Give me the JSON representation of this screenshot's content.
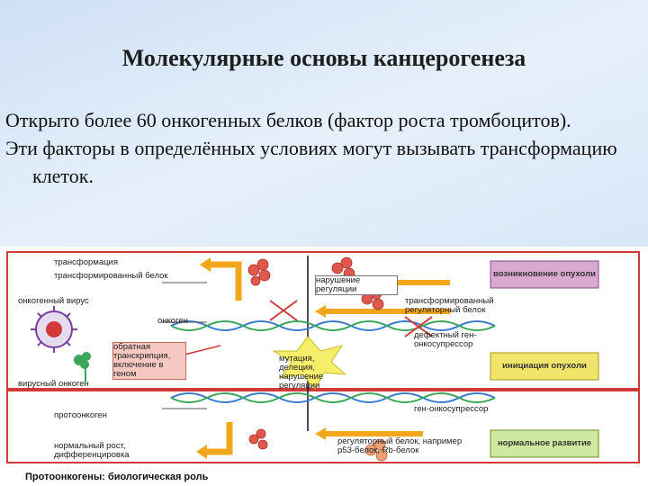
{
  "slide": {
    "title": "Молекулярные основы канцерогенеза",
    "paragraphs": [
      "Открыто  более 60 онкогенных белков (фактор роста тромбоцитов).",
      "Эти факторы в определённых условиях могут вызывать трансформацию клеток."
    ]
  },
  "diagram": {
    "labels": {
      "transformation": "трансформация",
      "transformed_protein": "трансформированный белок",
      "oncogenic_virus": "онкогенный вирус",
      "oncogene": "онкоген",
      "reverse_transcription": "обратная транскрипция, включение в геном",
      "viral_oncogene": "вирусный онкоген",
      "protooncogene": "протоонкоген",
      "normal_growth": "нормальный рост, дифференцировка",
      "regulation_disorder": "нарушение регуляции",
      "transformed_regulatory_protein": "трансформированный регуляторный белок",
      "defective_suppressor": "дефектный ген-онкосупрессор",
      "mutation": "мутация, делеция, нарушение регуляции",
      "suppressor_gene": "ген-онкосупрессор",
      "regulatory_protein": "регуляторный белок, например р53-белок, Rb-белок",
      "tumor_emergence": "возникновение опухоли",
      "tumor_initiation": "инициация опухоли",
      "normal_development": "нормальное развитие",
      "caption": "Протоонкогены: биологическая роль"
    },
    "colors": {
      "outer_frame": "#d23a3a",
      "tumor_box": "#d9a9d0",
      "initiation_box": "#f1e46a",
      "normal_box": "#cfe8a0",
      "yellow_arrow": "#f2a61c",
      "dna_blue": "#3b7bd0",
      "dna_green": "#3aa65a",
      "mutation_star": "#f6ee6a",
      "virus": "#7a3f9a"
    }
  }
}
